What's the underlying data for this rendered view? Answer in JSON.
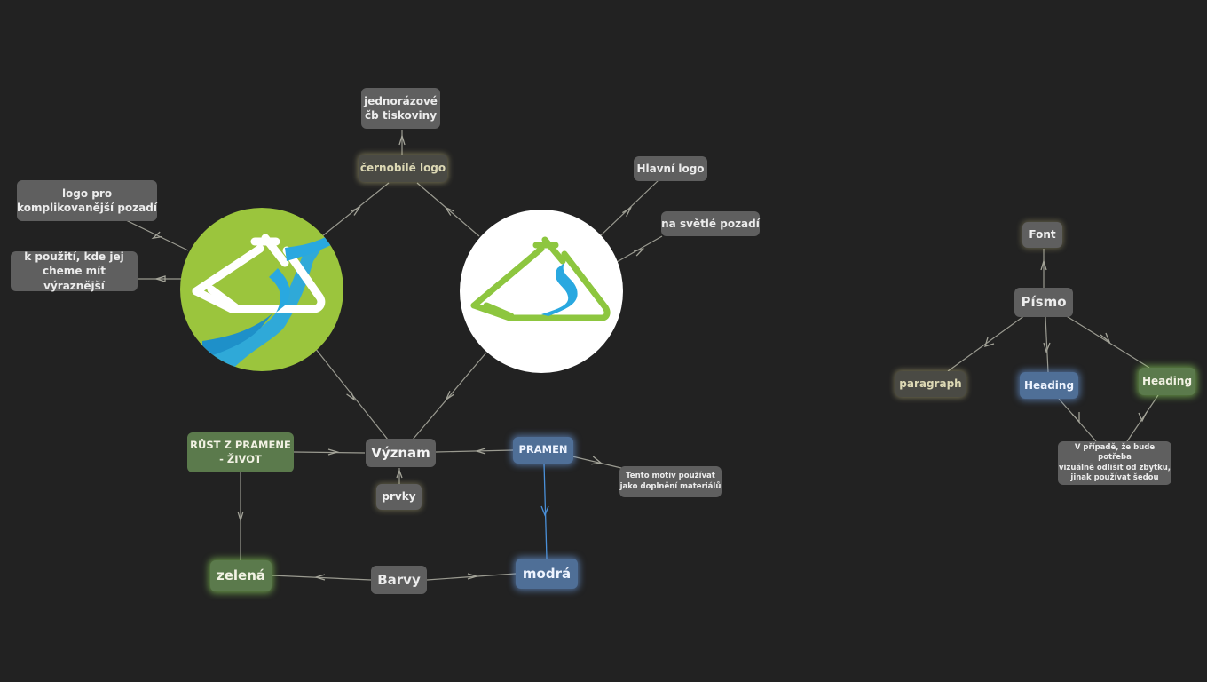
{
  "nodes": {
    "vyznam": "Význam",
    "rust": "RŮST Z PRAMENE\n- ŽIVOT",
    "prvky": "prvky",
    "pramen": "PRAMEN",
    "tento": "Tento motiv používat\njako doplnění materiálů",
    "zelena": "zelená",
    "barvy": "Barvy",
    "modra": "modrá",
    "cernobile": "černobílé logo",
    "jednorazove": "jednorázové\nčb tiskoviny",
    "komplik": "logo pro\nkomplikovanější pozadí",
    "kpouziti": "k použití, kde jej\ncheme mít výraznější",
    "hlavni": "Hlavní logo",
    "svetle": "na světlé pozadí",
    "pismo": "Písmo",
    "font": "Font",
    "paragraph": "paragraph",
    "heading_blue": "Heading",
    "heading_green": "Heading",
    "vpripade": "V případě, že bude potřeba\nvizuálně odlišit od zbytku,\njinak používat šedou"
  },
  "logos": [
    {
      "name": "logo-green-circle",
      "background": "#9bc53d"
    },
    {
      "name": "logo-white-circle",
      "background": "#ffffff"
    }
  ],
  "colors": {
    "background": "#222222",
    "connector": "#9a9a90",
    "connector_blue": "#4a90d9",
    "brand_green": "#9bc53d",
    "brand_blue": "#29a8e0"
  }
}
